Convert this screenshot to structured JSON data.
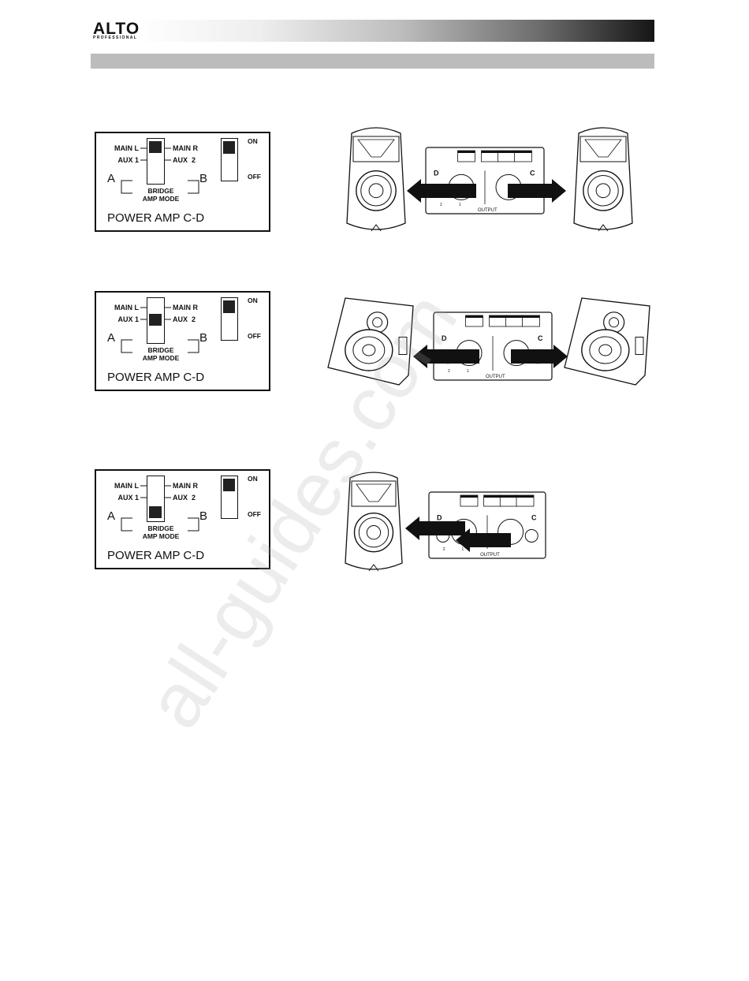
{
  "header": {
    "brand": "ALTO",
    "brand_sub": "PROFESSIONAL"
  },
  "panels": [
    {
      "main_l": "MAIN L",
      "aux_1": "AUX 1",
      "main_r": "MAIN R",
      "aux_2": "AUX  2",
      "a": "A",
      "b": "B",
      "bridge": "BRIDGE",
      "amp_mode": "AMP MODE",
      "title": "POWER AMP C-D",
      "on": "ON",
      "off": "OFF",
      "switch_position": "top",
      "toggle_state": "on"
    },
    {
      "main_l": "MAIN L",
      "aux_1": "AUX 1",
      "main_r": "MAIN R",
      "aux_2": "AUX  2",
      "a": "A",
      "b": "B",
      "bridge": "BRIDGE",
      "amp_mode": "AMP MODE",
      "title": "POWER AMP C-D",
      "on": "ON",
      "off": "OFF",
      "switch_position": "middle",
      "toggle_state": "on"
    },
    {
      "main_l": "MAIN L",
      "aux_1": "AUX 1",
      "main_r": "MAIN R",
      "aux_2": "AUX  2",
      "a": "A",
      "b": "B",
      "bridge": "BRIDGE",
      "amp_mode": "AMP MODE",
      "title": "POWER AMP C-D",
      "on": "ON",
      "off": "OFF",
      "switch_position": "bottom",
      "toggle_state": "on"
    }
  ],
  "illustrations": [
    {
      "left_channel": "D",
      "right_channel": "C",
      "output_label": "OUTPUT",
      "jack_1": "1",
      "jack_2": "2",
      "speakers": "two-mains"
    },
    {
      "left_channel": "D",
      "right_channel": "C",
      "output_label": "OUTPUT",
      "jack_1": "1",
      "jack_2": "2",
      "speakers": "two-monitors"
    },
    {
      "left_channel": "D",
      "right_channel": "C",
      "output_label": "OUTPUT",
      "jack_1": "1",
      "jack_2": "2",
      "speakers": "one-main-bridged"
    }
  ],
  "watermark": "all-guides.com",
  "colors": {
    "section_bar": "#bcbcbc",
    "ink": "#111111"
  }
}
